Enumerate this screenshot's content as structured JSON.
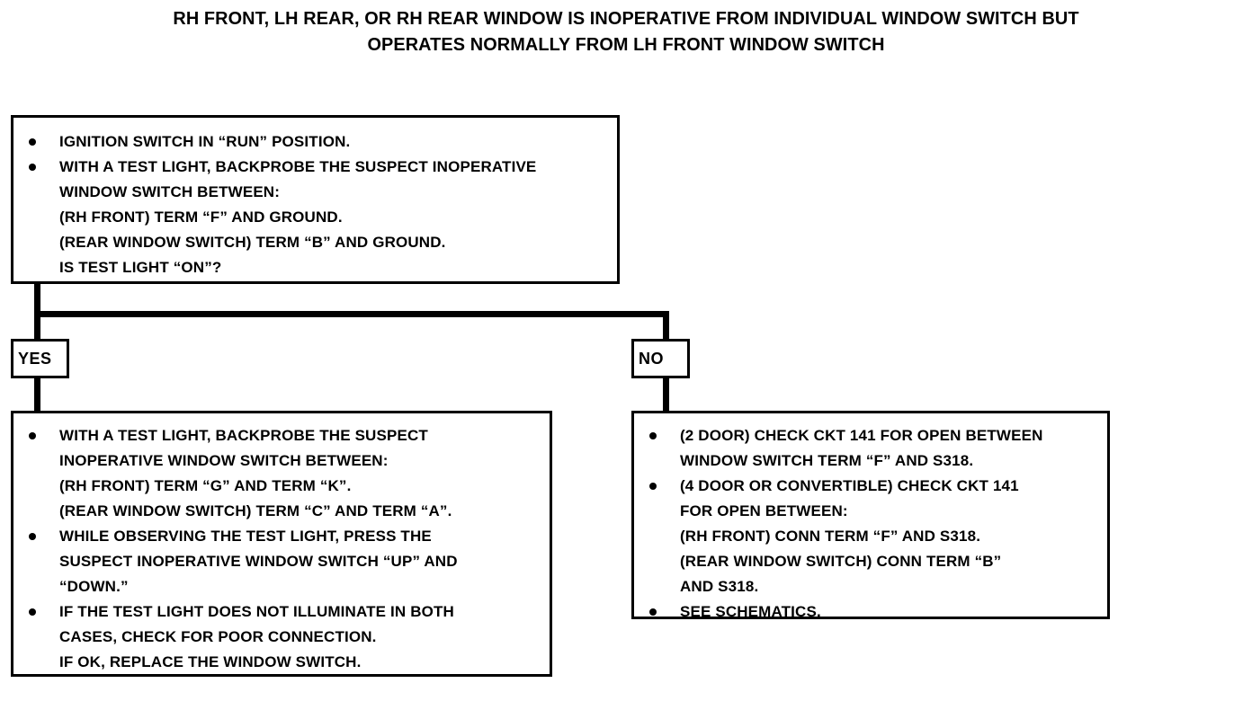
{
  "title": {
    "lines": [
      "RH FRONT, LH REAR, OR RH REAR WINDOW IS INOPERATIVE FROM INDIVIDUAL WINDOW SWITCH BUT",
      "OPERATES NORMALLY FROM LH FRONT WINDOW SWITCH"
    ]
  },
  "flow": {
    "top_box": {
      "bullets": [
        {
          "lines": [
            "IGNITION SWITCH IN “RUN” POSITION."
          ]
        },
        {
          "lines": [
            "WITH A TEST LIGHT, BACKPROBE THE SUSPECT INOPERATIVE",
            "WINDOW SWITCH BETWEEN:",
            "(RH FRONT) TERM “F” AND GROUND.",
            "(REAR WINDOW SWITCH) TERM “B” AND GROUND.",
            "IS TEST LIGHT “ON”?"
          ]
        }
      ]
    },
    "decisions": {
      "yes_label": "YES",
      "no_label": "NO"
    },
    "yes_box": {
      "bullets": [
        {
          "lines": [
            "WITH A TEST LIGHT, BACKPROBE THE SUSPECT",
            "INOPERATIVE WINDOW SWITCH BETWEEN:",
            "(RH FRONT) TERM “G” AND TERM “K”.",
            "(REAR WINDOW SWITCH) TERM “C” AND TERM “A”."
          ]
        },
        {
          "lines": [
            "WHILE OBSERVING THE TEST LIGHT, PRESS THE",
            "SUSPECT INOPERATIVE WINDOW SWITCH “UP” AND",
            "“DOWN.”"
          ]
        },
        {
          "lines": [
            "IF THE TEST LIGHT DOES NOT ILLUMINATE IN BOTH",
            "CASES, CHECK FOR POOR CONNECTION.",
            "IF OK, REPLACE THE WINDOW SWITCH."
          ]
        }
      ]
    },
    "no_box": {
      "bullets": [
        {
          "lines": [
            "(2 DOOR) CHECK CKT 141 FOR OPEN BETWEEN",
            "WINDOW SWITCH TERM “F” AND S318."
          ]
        },
        {
          "lines": [
            "(4 DOOR OR CONVERTIBLE) CHECK CKT 141",
            "FOR OPEN BETWEEN:",
            "(RH FRONT) CONN TERM “F” AND S318.",
            "(REAR WINDOW SWITCH) CONN TERM “B”",
            "AND S318."
          ]
        },
        {
          "lines": [
            "SEE SCHEMATICS."
          ]
        }
      ]
    }
  },
  "colors": {
    "ink": "#000000",
    "paper": "#ffffff"
  }
}
